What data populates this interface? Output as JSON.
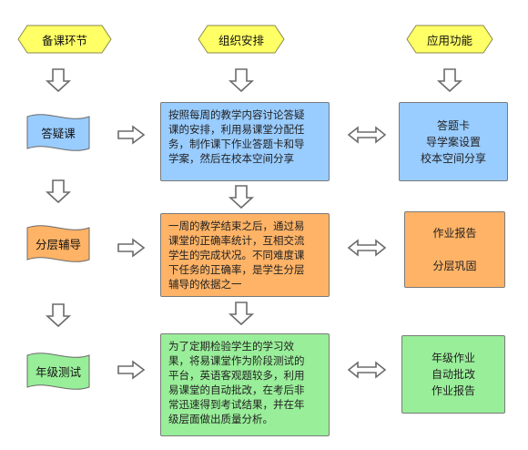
{
  "headers": {
    "col1": "备课环节",
    "col2": "组织安排",
    "col3": "应用功能"
  },
  "stages": [
    {
      "name": "答疑课",
      "description": "按照每周的教学内容讨论答疑\n课的安排，利用易课堂分配任\n务，制作课下作业答题卡和导\n学案，然后在校本空间分享",
      "functions": "答题卡\n导学案设置\n校本空间分享",
      "color": "#99ccff"
    },
    {
      "name": "分层辅导",
      "description": "一周的教学结束之后，通过易\n课堂的正确率统计，互相交流\n学生的完成状况。不同难度课\n下任务的正确率，是学生分层\n辅导的依据之一",
      "functions": "作业报告\n\n分层巩固",
      "color": "#ffb366"
    },
    {
      "name": "年级测试",
      "description": "为了定期检验学生的学习效\n果，将易课堂作为阶段测试的\n平台，英语客观题较多，利用\n易课堂的自动批改，在考后非\n常迅速得到考试结果，并在年\n级层面做出质量分析。",
      "functions": "年级作业\n自动批改\n作业报告",
      "color": "#99ee99"
    }
  ],
  "colors": {
    "header_fill": "#ffff66",
    "stroke": "#6b6b6b"
  }
}
